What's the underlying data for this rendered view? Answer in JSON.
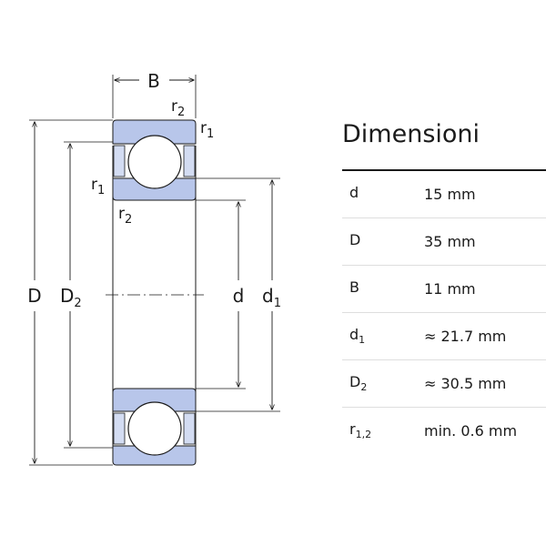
{
  "diagram": {
    "labels": {
      "B": "B",
      "D": "D",
      "D2": {
        "main": "D",
        "sub": "2"
      },
      "d": "d",
      "d1": {
        "main": "d",
        "sub": "1"
      },
      "r2_top": {
        "main": "r",
        "sub": "2"
      },
      "r1_top": {
        "main": "r",
        "sub": "1"
      },
      "r1_left": {
        "main": "r",
        "sub": "1"
      },
      "r2_left": {
        "main": "r",
        "sub": "2"
      }
    },
    "colors": {
      "ring_fill": "#b8c6ea",
      "line": "#1a1a1a",
      "ball_fill": "#ffffff"
    }
  },
  "panel": {
    "title": "Dimensioni",
    "rows": [
      {
        "symbol": "d",
        "sub": "",
        "value": "15 mm"
      },
      {
        "symbol": "D",
        "sub": "",
        "value": "35 mm"
      },
      {
        "symbol": "B",
        "sub": "",
        "value": "11 mm"
      },
      {
        "symbol": "d",
        "sub": "1",
        "value": "≈ 21.7 mm"
      },
      {
        "symbol": "D",
        "sub": "2",
        "value": "≈ 30.5 mm"
      },
      {
        "symbol": "r",
        "sub": "1,2",
        "value": "min. 0.6 mm"
      }
    ]
  }
}
